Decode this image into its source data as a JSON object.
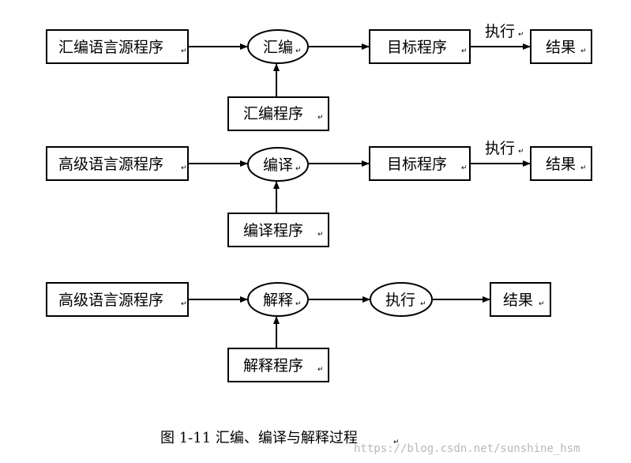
{
  "rows": [
    {
      "source": "汇编语言源程序",
      "processor": "汇编",
      "program": "汇编程序",
      "output": "目标程序",
      "exec_label": "执行",
      "result": "结果"
    },
    {
      "source": "高级语言源程序",
      "processor": "编译",
      "program": "编译程序",
      "output": "目标程序",
      "exec_label": "执行",
      "result": "结果"
    },
    {
      "source": "高级语言源程序",
      "processor": "解释",
      "program": "解释程序",
      "exec_node": "执行",
      "result": "结果"
    }
  ],
  "paragraph_mark": "↵",
  "caption": "图 1-11  汇编、编译与解释过程",
  "watermark": "https://blog.csdn.net/sunshine_hsm"
}
